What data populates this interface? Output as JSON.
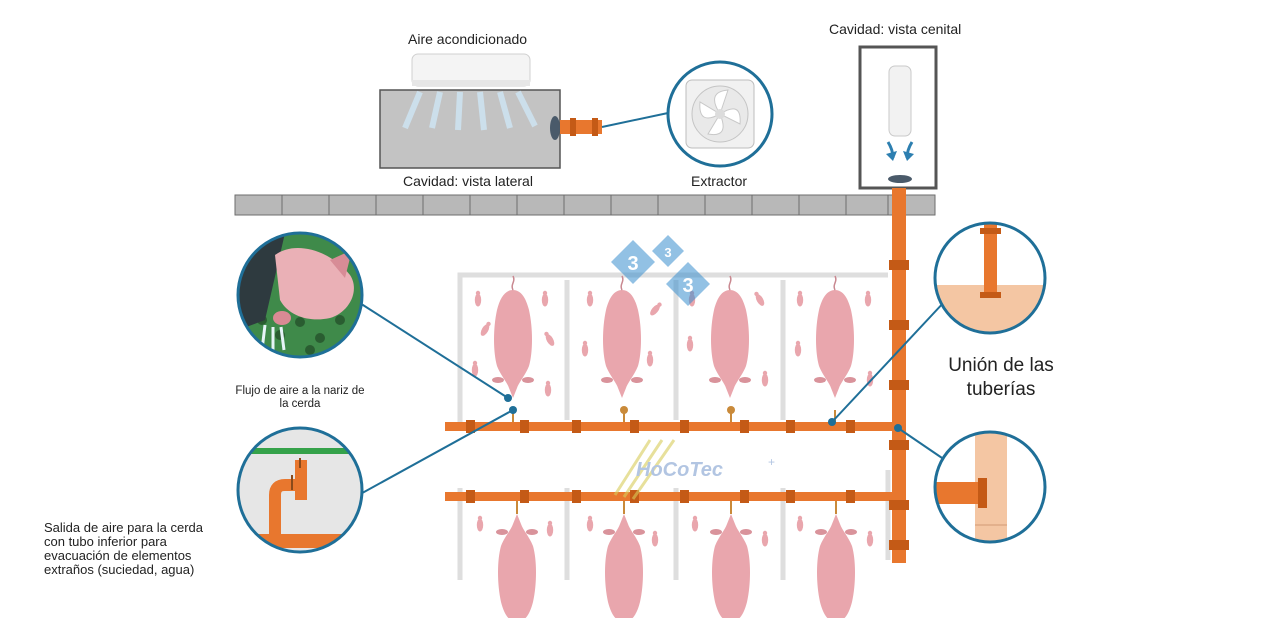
{
  "labels": {
    "ac": "Aire acondicionado",
    "side_view": "Cavidad: vista lateral",
    "extractor": "Extractor",
    "top_view": "Cavidad: vista cenital",
    "pipe_union_line1": "Unión de las",
    "pipe_union_line2": "tuberías",
    "airflow_line1": "Flujo de aire a la nariz de",
    "airflow_line2": "la cerda",
    "outlet_line1": "Salida de aire para la cerda",
    "outlet_line2": "con tubo inferior para",
    "outlet_line3": "evacuación de elementos",
    "outlet_line4": "extraños (suciedad, agua)"
  },
  "watermarks": {
    "badge": "3",
    "brand": "HoCoTec",
    "brand_sup": "+"
  },
  "colors": {
    "pipe": "#e8772e",
    "pipe_dark": "#c45a16",
    "callout_ring": "#1f6f98",
    "pig": "#e9a6ad",
    "pen_frame": "#dedede",
    "wall": "#b8b8b8"
  }
}
